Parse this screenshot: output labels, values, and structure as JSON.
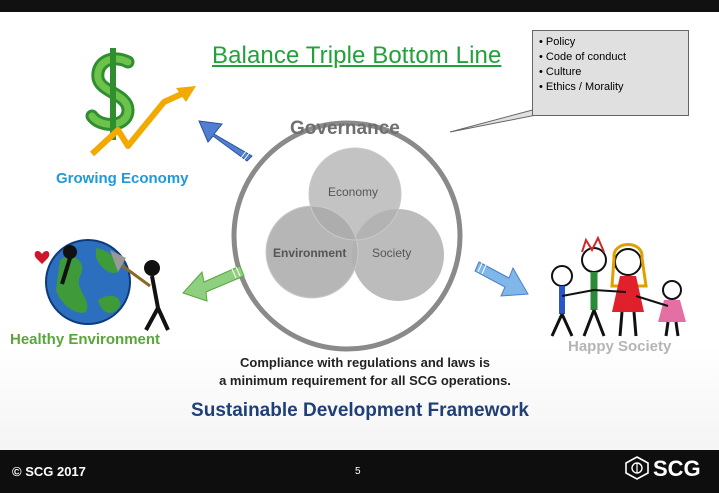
{
  "header": {
    "title": "(partial) ...policy..."
  },
  "title": "Balance Triple Bottom Line",
  "callout": {
    "items": [
      "Policy",
      "Code of conduct",
      "Culture",
      "Ethics / Morality"
    ]
  },
  "governance": {
    "label": "Governance",
    "circles": [
      "Economy",
      "Environment",
      "Society"
    ]
  },
  "labels": {
    "economy": "Growing Economy",
    "environment": "Healthy Environment",
    "society": "Happy Society"
  },
  "compliance": {
    "line1": "Compliance with regulations and laws is",
    "line2": "a minimum requirement for all SCG operations."
  },
  "framework": "Sustainable Development Framework",
  "footer": {
    "copyright": "© SCG 2017",
    "page": "5",
    "brand": "SCG"
  },
  "colors": {
    "title": "#22a13a",
    "economy": "#1f9ad6",
    "environment": "#5aa63a",
    "society": "#b5b5b5",
    "framework": "#1f3f77",
    "arrow_blue": "#4f7fd1",
    "arrow_green": "#8ed07f",
    "arrow_lightblue": "#7eb7e8"
  },
  "icons": [
    "dollar-growth-icon",
    "earth-cleaning-icon",
    "family-icon",
    "scg-logo-icon"
  ]
}
